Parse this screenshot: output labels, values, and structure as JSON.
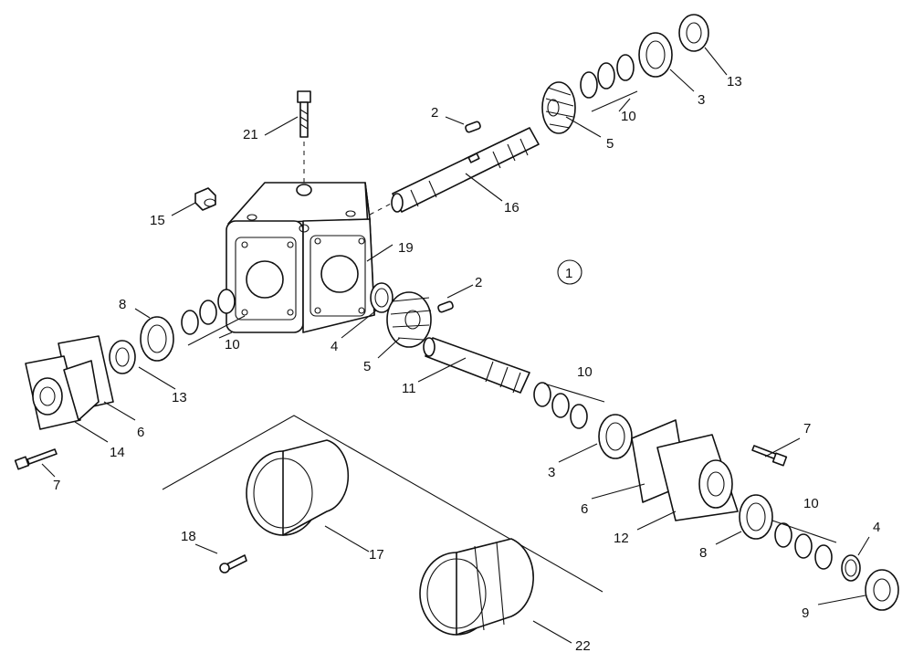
{
  "labels": {
    "l1": "1",
    "l2a": "2",
    "l2b": "2",
    "l3a": "3",
    "l3b": "3",
    "l4a": "4",
    "l4b": "4",
    "l5a": "5",
    "l5b": "5",
    "l6a": "6",
    "l6b": "6",
    "l7a": "7",
    "l7b": "7",
    "l8a": "8",
    "l8b": "8",
    "l9": "9",
    "l10a": "10",
    "l10b": "10",
    "l10c": "10",
    "l10d": "10",
    "l11": "11",
    "l12": "12",
    "l13a": "13",
    "l13b": "13",
    "l14": "14",
    "l15": "15",
    "l16": "16",
    "l17": "17",
    "l18": "18",
    "l19": "19",
    "l21": "21",
    "l22": "22"
  }
}
